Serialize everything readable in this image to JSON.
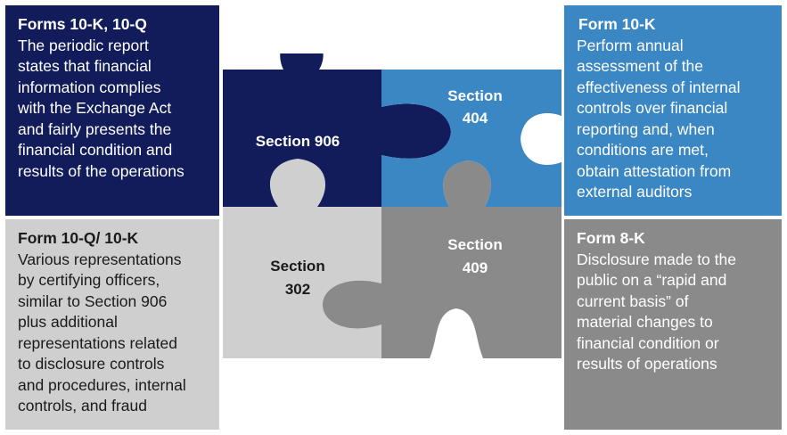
{
  "boxes": {
    "top_left": {
      "title": "Forms 10-K, 10-Q",
      "body": "The periodic report\nstates that financial\ninformation complies\nwith the Exchange Act\nand fairly presents the\nfinancial condition and\nresults of the operations"
    },
    "top_right": {
      "title": "Form 10-K",
      "body": "Perform annual\nassessment of the\neffectiveness of internal\ncontrols over financial\nreporting and, when\nconditions are met,\nobtain attestation from\nexternal auditors"
    },
    "bottom_left": {
      "title": "Form 10-Q/ 10-K",
      "body": "Various representations\nby certifying officers,\nsimilar to Section 906\nplus additional\nrepresentations related\nto disclosure controls\nand procedures, internal\ncontrols, and fraud"
    },
    "bottom_right": {
      "title": "Form 8-K",
      "body": "Disclosure made to the\npublic on a “rapid and\ncurrent basis” of\nmaterial changes to\nfinancial condition or\nresults of operations"
    }
  },
  "puzzle": {
    "section_906": "Section 906",
    "section_404_line1": "Section",
    "section_404_line2": "404",
    "section_302_line1": "Section",
    "section_302_line2": "302",
    "section_409_line1": "Section",
    "section_409_line2": "409"
  },
  "colors": {
    "navy": "#121c5a",
    "blue": "#3b87c4",
    "light_gray": "#cfcfcf",
    "dark_gray": "#8a8a8a"
  }
}
